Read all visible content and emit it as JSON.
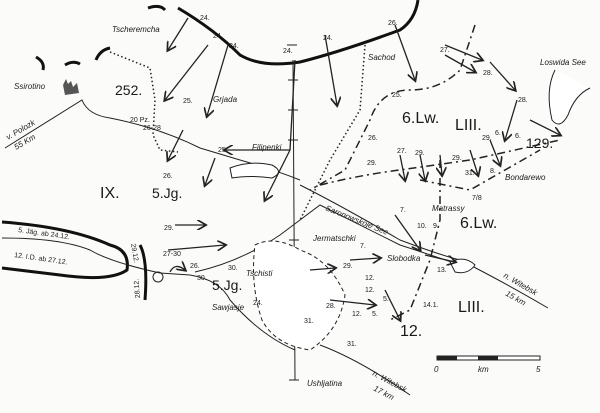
{
  "places": {
    "tscheremcha": "Tscheremcha",
    "ssirotino": "Ssirotino",
    "grjada": "Grjada",
    "sachod": "Sachod",
    "filipenki": "Filipenki",
    "loswida": "Loswida See",
    "bondarewo": "Bondarewo",
    "matrassy": "Matrassy",
    "jermatschki": "Jermatschki",
    "saronowskoje": "Saronowskoje See",
    "slobodka": "Slobodka",
    "tschisti": "Tschisti",
    "sawjasje": "Sawjasje",
    "ushljatina": "Ushljatina"
  },
  "units": {
    "u252": "252.",
    "lw6_north": "6.Lw.",
    "liii_north": "LIII.",
    "u129": "129.",
    "ix": "IX.",
    "jg5_west": "5.Jg.",
    "jg5_south": "5.Jg.",
    "lw6_east": "6.Lw.",
    "liii_south": "LIII.",
    "u12": "12.",
    "pz20": "20 Pz."
  },
  "roads": {
    "polozk": "v. Polozk",
    "polozk_km": "55 Km",
    "witebsk_east": "n. Witebsk",
    "witebsk_east_km": "15 km",
    "witebsk_south": "n. Witebsk",
    "witebsk_south_km": "17 km"
  },
  "corridor": {
    "jg5": "5. Jäg. ab 24.12.",
    "id12": "12. I.D. ab 27.12.",
    "d29": "29.12.",
    "d28": "28.12."
  },
  "dates": [
    "24.",
    "24.",
    "24.",
    "24.",
    "24.",
    "26.",
    "27.",
    "28.",
    "28.",
    "25.",
    "26-28",
    "25.",
    "26.",
    "25.",
    "26.",
    "29.",
    "27.",
    "29.",
    "29.",
    "6.",
    "6.",
    "29.",
    "31.",
    "8.",
    "7/8",
    "7.",
    "10.",
    "9.",
    "7.",
    "29.",
    "12.",
    "12.",
    "5.",
    "12.",
    "5.",
    "31.",
    "14.1.",
    "13.",
    "28.",
    "31.",
    "29.",
    "27-30",
    "26.",
    "30.",
    "30.",
    "24."
  ],
  "scale": {
    "start": "0",
    "unit": "km",
    "end": "5"
  }
}
